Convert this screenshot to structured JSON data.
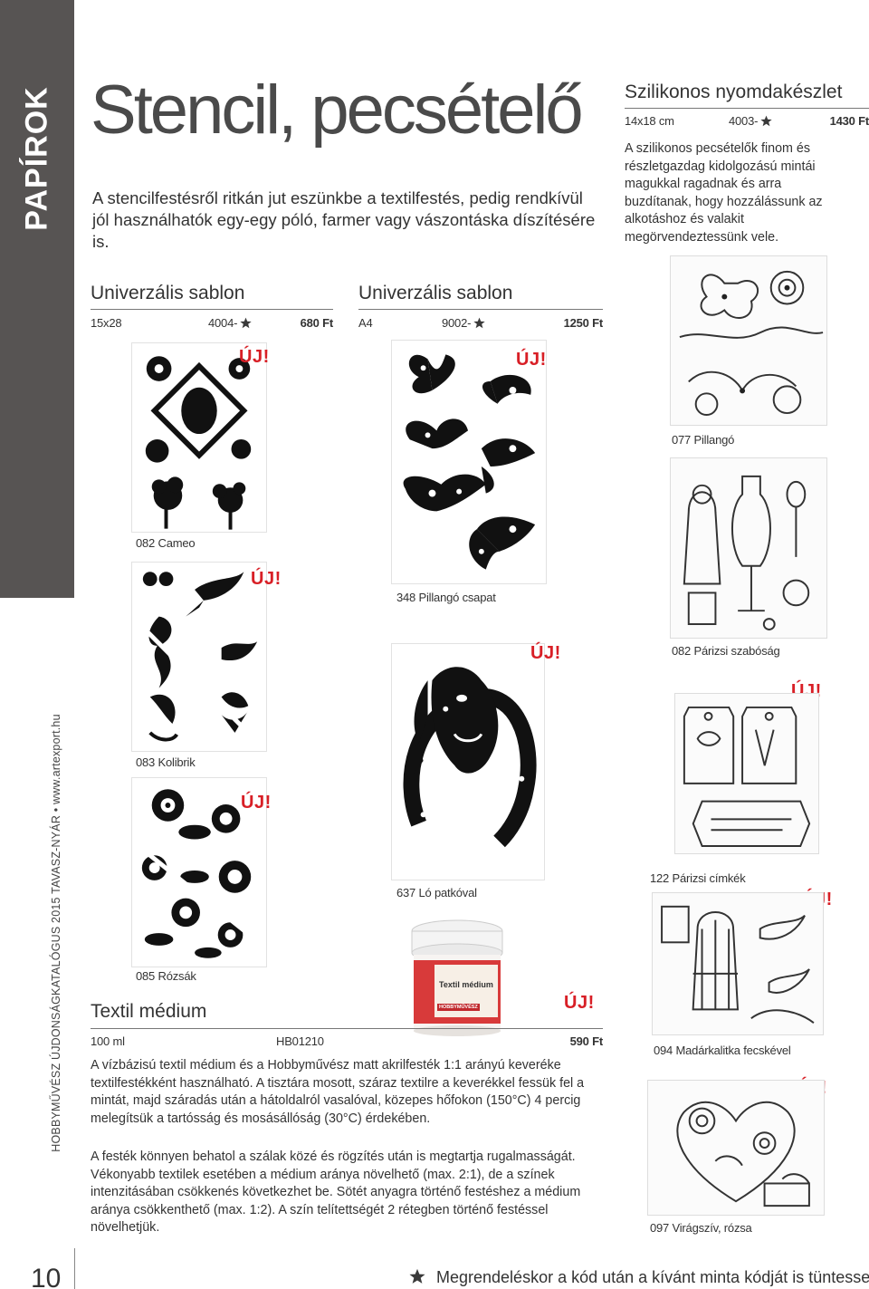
{
  "side_tab": {
    "label": "PAPÍROK"
  },
  "side_footer": {
    "text": "HOBBYMŰVÉSZ ÚJDONSÁGKATALÓGUS 2015 TAVASZ-NYÁR • www.artexport.hu"
  },
  "page_number": "10",
  "page_title": "Stencil, pecsételő",
  "intro": "A stencilfestésről ritkán jut eszünkbe a textilfestés, pedig rendkívül jól használhatók egy-egy póló, farmer vagy vászontáska díszítésére is.",
  "new_badge": "ÚJ!",
  "sablon_15x28": {
    "title": "Univerzális sablon",
    "size": "15x28",
    "code": "4004-",
    "price": "680 Ft"
  },
  "sablon_a4": {
    "title": "Univerzális sablon",
    "size": "A4",
    "code": "9002-",
    "price": "1250 Ft"
  },
  "szilikon": {
    "title": "Szilikonos nyomdakészlet",
    "size": "14x18 cm",
    "code": "4003-",
    "price": "1430 Ft",
    "description": "A szilikonos pecsételők finom és részletgazdag kidolgozású mintái magukkal ragadnak és arra buzdítanak, hogy hozzálássunk az alkotáshoz és valakit megörvendeztessünk vele."
  },
  "captions": {
    "cameo": "082 Cameo",
    "kolibrik": "083 Kolibrik",
    "rozsak": "085 Rózsák",
    "pillango_csapat": "348 Pillangó csapat",
    "lo_patkoval": "637 Ló patkóval",
    "pillango": "077 Pillangó",
    "parizsi_szabosag": "082 Párizsi szabóság",
    "parizsi_cimkek": "122 Párizsi címkék",
    "madarkalitka": "094 Madárkalitka fecskével",
    "viragsziv": "097 Virágszív, rózsa"
  },
  "textil_medium": {
    "title": "Textil médium",
    "size": "100 ml",
    "code": "HB01210",
    "price": "590 Ft",
    "paragraph_1": "A vízbázisú textil médium és a Hobbyművész matt akrilfesték 1:1 arányú keveréke textilfestékként használható. A tisztára mosott, száraz textilre a keverékkel fessük fel a mintát, majd száradás után a hátoldalról vasalóval, közepes hőfokon (150°C) 4 percig melegítsük a tartósság és mosásállóság (30°C) érdekében.",
    "paragraph_2": "A festék könnyen behatol a szálak közé és rögzítés után is megtartja rugalmasságát. Vékonyabb textilek esetében a médium aránya növelhető (max. 2:1), de a színek intenzitásában csökkenés következhet be. Sötét anyagra történő festéshez a médium aránya csökkenthető (max. 1:2). A szín telítettségét 2 rétegben történő festéssel növelhetjük.",
    "jar_brand": "HOBBYMŰVÉSZ",
    "jar_label": "Textil médium"
  },
  "bottom_note": "Megrendeléskor a kód után a kívánt minta kódját is tüntesse fel!",
  "colors": {
    "accent_red": "#d81f26",
    "tab_gray": "#575453",
    "text": "#333333"
  }
}
